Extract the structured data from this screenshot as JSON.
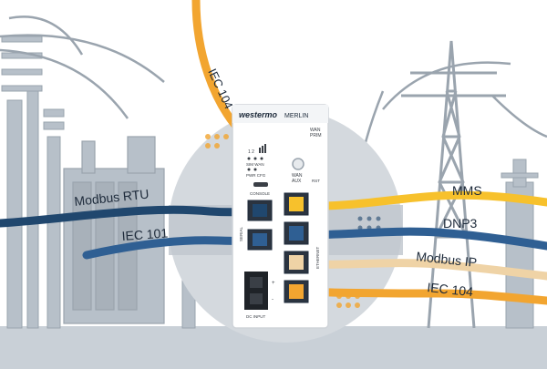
{
  "colors": {
    "infrastructure": "#b7c0c9",
    "infrastructure_dark": "#9aa4ae",
    "ground": "#c9d0d7",
    "device_body": "#ffffff",
    "device_outline": "#cfd4d9",
    "circle_bg": "#d4d9de",
    "cable_dark_blue": "#20476e",
    "cable_blue": "#2f5f93",
    "cable_orange": "#f2a530",
    "cable_yellow": "#f7c12c",
    "cable_beige": "#efd3a6",
    "text": "#1d2a3a"
  },
  "device": {
    "brand": "westermo",
    "product": "MERLIN",
    "port_wan_prim": [
      "WAN",
      "PRIM"
    ],
    "port_wan_aux": [
      "WAN",
      "AUX"
    ],
    "led_numbers": "1 2",
    "led_labels_row1": "SIM  WAN",
    "led_labels_row2": "PWR CFG",
    "reset_label": "RST",
    "console_label": "CONSOLE",
    "serial_label": "SERIAL",
    "ethernet_label": "ETHERNET",
    "dc_label": "DC INPUT",
    "dc_plus": "+",
    "dc_minus": "-"
  },
  "protocols": {
    "top_orange": "IEC 104",
    "left_top": "Modbus RTU",
    "left_bottom": "IEC 101",
    "right_1": "MMS",
    "right_2": "DNP3",
    "right_3": "Modbus IP",
    "right_4": "IEC 104"
  }
}
